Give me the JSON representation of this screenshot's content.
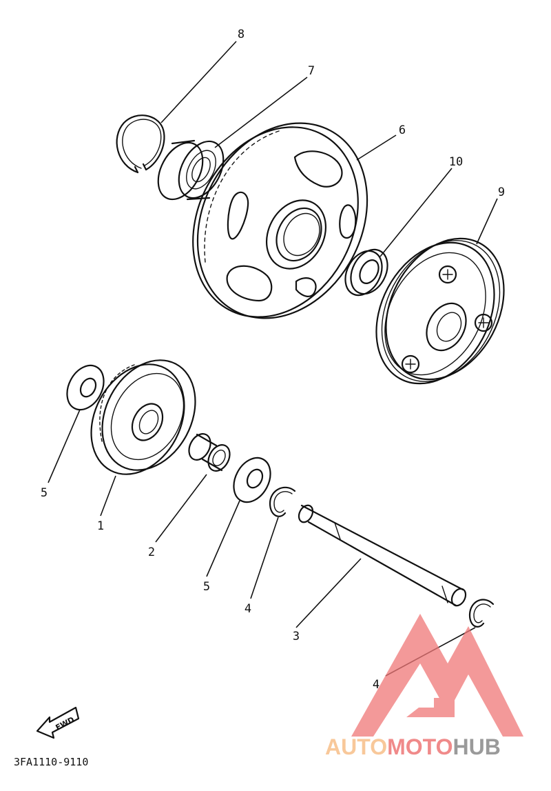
{
  "diagram": {
    "code": "3FA1110-9110",
    "fwd_label": "FWD",
    "callouts": [
      {
        "id": "c8",
        "label": "8"
      },
      {
        "id": "c7",
        "label": "7"
      },
      {
        "id": "c6",
        "label": "6"
      },
      {
        "id": "c10",
        "label": "10"
      },
      {
        "id": "c9",
        "label": "9"
      },
      {
        "id": "c5a",
        "label": "5"
      },
      {
        "id": "c1",
        "label": "1"
      },
      {
        "id": "c2",
        "label": "2"
      },
      {
        "id": "c5b",
        "label": "5"
      },
      {
        "id": "c4a",
        "label": "4"
      },
      {
        "id": "c3",
        "label": "3"
      },
      {
        "id": "c4b",
        "label": "4"
      }
    ]
  },
  "watermark": {
    "part1": "AUTO",
    "part2": "MOTO",
    "part3": "HUB",
    "colors": {
      "auto": "#f8c89a",
      "moto": "#f08a8a",
      "hub": "#9a9a9a",
      "logo": "#f07878"
    }
  }
}
